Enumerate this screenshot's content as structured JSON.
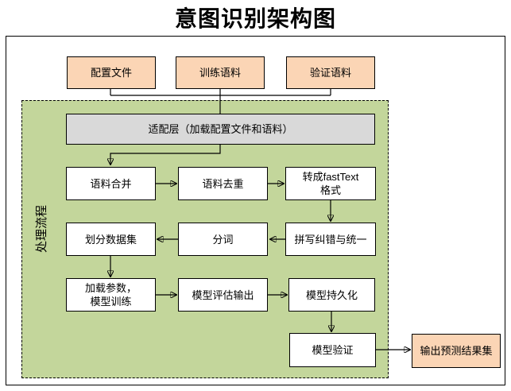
{
  "title": "意图识别架构图",
  "process_region": {
    "label": "处理流程"
  },
  "sources": [
    {
      "id": "config-file",
      "label": "配置文件"
    },
    {
      "id": "training-corpus",
      "label": "训练语料"
    },
    {
      "id": "validation-corpus",
      "label": "验证语料"
    }
  ],
  "adapter": {
    "label": "适配层（加载配置文件和语料）"
  },
  "steps": [
    {
      "id": "corpus-merge",
      "label": "语料合并"
    },
    {
      "id": "corpus-dedupe",
      "label": "语料去重"
    },
    {
      "id": "to-fasttext-format",
      "label": "转成fastText\n格式"
    },
    {
      "id": "split-dataset",
      "label": "划分数据集"
    },
    {
      "id": "word-segmentation",
      "label": "分词"
    },
    {
      "id": "spell-correction",
      "label": "拼写纠错与统一"
    },
    {
      "id": "load-params-train",
      "label": "加载参数，\n模型训练"
    },
    {
      "id": "model-eval-output",
      "label": "模型评估输出"
    },
    {
      "id": "model-persistence",
      "label": "模型持久化"
    },
    {
      "id": "model-verification",
      "label": "模型验证"
    }
  ],
  "output": {
    "label": "输出预测结果集"
  },
  "colors": {
    "source-fill": "#FBD5B5",
    "region-fill": "#C3D69B",
    "adapter-fill": "#D9D9D9",
    "node-fill": "#FFFFFF",
    "line": "#000000"
  }
}
